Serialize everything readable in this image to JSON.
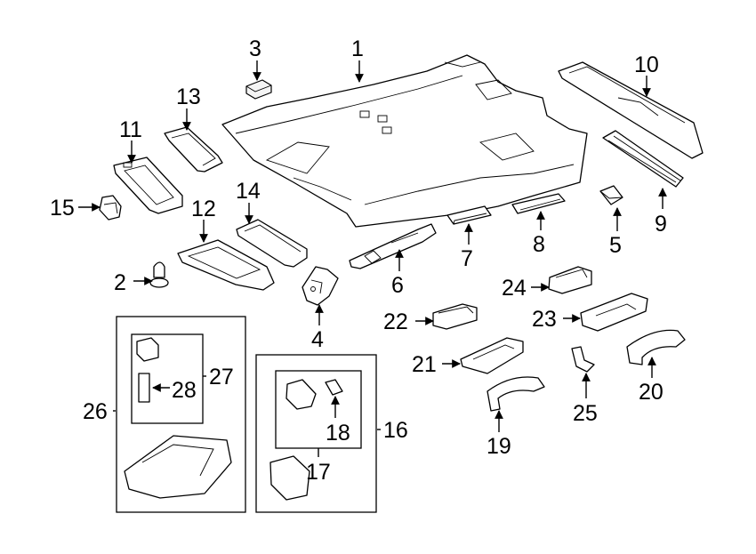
{
  "callouts": [
    {
      "id": "callout-1",
      "label": "1"
    },
    {
      "id": "callout-2",
      "label": "2"
    },
    {
      "id": "callout-3",
      "label": "3"
    },
    {
      "id": "callout-4",
      "label": "4"
    },
    {
      "id": "callout-5",
      "label": "5"
    },
    {
      "id": "callout-6",
      "label": "6"
    },
    {
      "id": "callout-7",
      "label": "7"
    },
    {
      "id": "callout-8",
      "label": "8"
    },
    {
      "id": "callout-9",
      "label": "9"
    },
    {
      "id": "callout-10",
      "label": "10"
    },
    {
      "id": "callout-11",
      "label": "11"
    },
    {
      "id": "callout-12",
      "label": "12"
    },
    {
      "id": "callout-13",
      "label": "13"
    },
    {
      "id": "callout-14",
      "label": "14"
    },
    {
      "id": "callout-15",
      "label": "15"
    },
    {
      "id": "callout-16",
      "label": "16"
    },
    {
      "id": "callout-17",
      "label": "17"
    },
    {
      "id": "callout-18",
      "label": "18"
    },
    {
      "id": "callout-19",
      "label": "19"
    },
    {
      "id": "callout-20",
      "label": "20"
    },
    {
      "id": "callout-21",
      "label": "21"
    },
    {
      "id": "callout-22",
      "label": "22"
    },
    {
      "id": "callout-23",
      "label": "23"
    },
    {
      "id": "callout-24",
      "label": "24"
    },
    {
      "id": "callout-25",
      "label": "25"
    },
    {
      "id": "callout-26",
      "label": "26"
    },
    {
      "id": "callout-27",
      "label": "27"
    },
    {
      "id": "callout-28",
      "label": "28"
    }
  ]
}
